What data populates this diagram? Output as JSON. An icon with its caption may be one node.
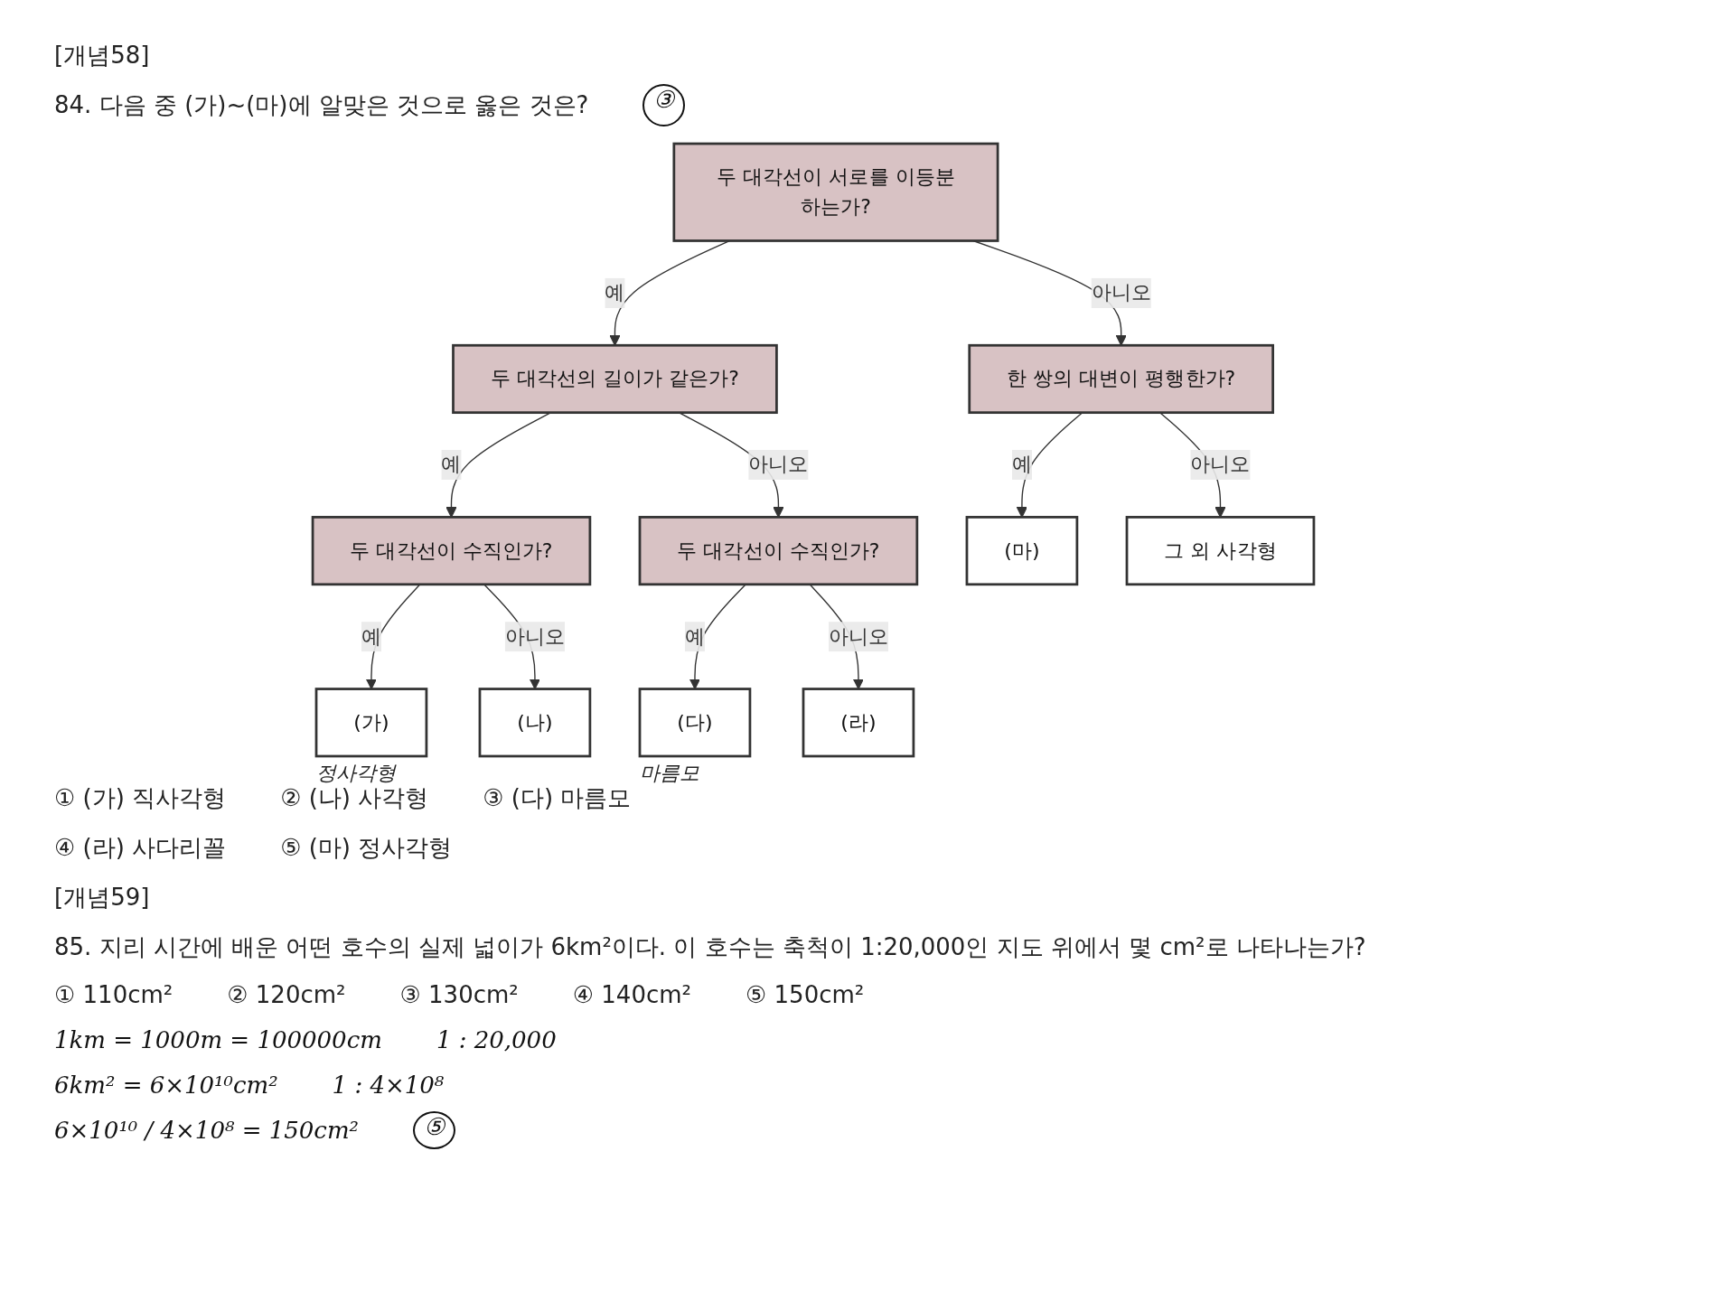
{
  "diagram": {
    "nodes": [
      {
        "text": [
          "두 대각선이 서로를 이등분하는가?"
        ]
      },
      {
        "text": [
          "두 대각선의 길이가 같은가?"
        ]
      },
      {
        "text": [
          "두 대각선이 수직인가?"
        ]
      },
      {
        "text": [
          "(가)"
        ],
        "beside": [
          "정사각형"
        ]
      },
      {
        "text": [
          "(나)"
        ]
      },
      {
        "text": [
          "두 대각선이 수직인가?"
        ]
      },
      {
        "text": [
          "(다)"
        ],
        "beside": [
          "마름모"
        ]
      },
      {
        "text": [
          "(라)"
        ]
      },
      {
        "text": [
          "한 쌍의 대변이 평행한가?"
        ]
      },
      {
        "text": [
          "(마)"
        ]
      },
      {
        "text": [
          "그 외 사각형"
        ]
      }
    ],
    "edges": [
      {
        "from": 0,
        "to": 1,
        "arrow": "to",
        "label": "예"
      },
      {
        "from": 0,
        "to": 8,
        "arrow": "to",
        "label": "아니오"
      },
      {
        "from": 1,
        "to": 2,
        "arrow": "to",
        "label": "예"
      },
      {
        "from": 1,
        "to": 5,
        "arrow": "to",
        "label": "아니오"
      },
      {
        "from": 2,
        "to": 3,
        "arrow": "to",
        "label": "예"
      },
      {
        "from": 2,
        "to": 4,
        "arrow": "to",
        "label": "아니오"
      },
      {
        "from": 5,
        "to": 6,
        "arrow": "to",
        "label": "예"
      },
      {
        "from": 5,
        "to": 7,
        "arrow": "to",
        "label": "아니오"
      },
      {
        "from": 8,
        "to": 9,
        "arrow": "to",
        "label": "예"
      },
      {
        "from": 8,
        "to": 10,
        "arrow": "to",
        "label": "아니오"
      }
    ],
    "labels": [
      "[개념58]",
      "84. 다음 중 (가)~(마)에 알맞은 것으로 옳은 것은?",
      "③",
      "① (가) 직사각형",
      "② (나) 사각형",
      "③ (다) 마름모",
      "④ (라) 사다리꼴",
      "⑤ (마) 정사각형",
      "[개념59]",
      "85. 지리 시간에 배운 어떤 호수의 실제 넓이가 6km²이다. 이 호수는 축척이 1:20,000인 지도 위에서 몇 cm²로 나타나는가?",
      "① 110cm²",
      "② 120cm²",
      "③ 130cm²",
      "④ 140cm²",
      "⑤ 150cm²",
      "1km = 1000m = 100000cm",
      "1 : 20,000",
      "6km² = 6×10¹⁰cm²",
      "1 : 4×10⁸",
      "6×10¹⁰ / 4×10⁸ = 150cm²",
      "⑤"
    ]
  }
}
